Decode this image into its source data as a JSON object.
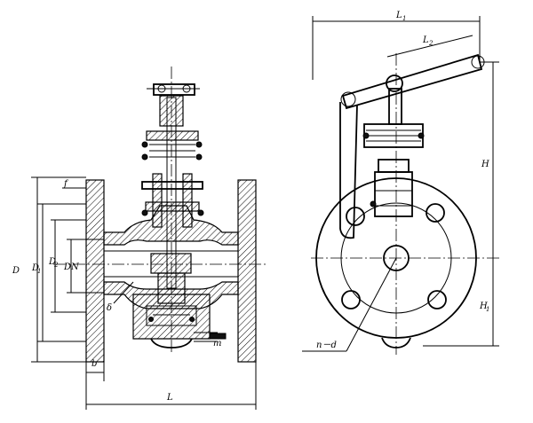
{
  "section_view": {
    "labels": {
      "f": "f",
      "D": "D",
      "D1": "D",
      "Dsub": "1",
      "D2": "D",
      "D2sub": "2",
      "DN": "DN",
      "delta": "δ",
      "m": "m",
      "b": "b",
      "L": "L"
    }
  },
  "side_view": {
    "labels": {
      "L1": "L",
      "L1sub": "1",
      "L2": "L",
      "L2sub": "2",
      "H": "H",
      "H1": "H",
      "H1sub": "1",
      "nd": "n－d"
    }
  }
}
